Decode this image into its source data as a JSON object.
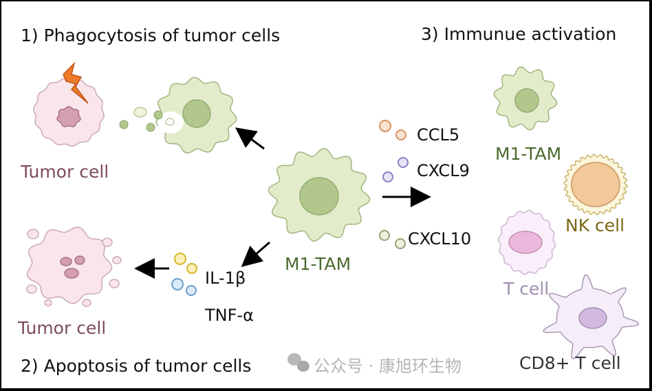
{
  "titles": {
    "phagocytosis": "1) Phagocytosis of tumor cells",
    "apoptosis": "2) Apoptosis of tumor cells",
    "activation": "3) Immunue activation"
  },
  "labels": {
    "tumor_cell_top": "Tumor cell",
    "tumor_cell_bottom": "Tumor cell",
    "m1_tam_center": "M1-TAM",
    "m1_tam_right": "M1-TAM",
    "nk_cell": "NK cell",
    "t_cell": "T cell",
    "cd8_t_cell": "CD8+ T cell"
  },
  "cytokines": {
    "ccl5": "CCL5",
    "cxcl9": "CXCL9",
    "cxcl10": "CXCL10",
    "il1b": "IL-1β",
    "tnfa": "TNF-α"
  },
  "watermark": "公众号 · 康旭环生物",
  "colors": {
    "macrophage_fill": "#e3ecca",
    "macrophage_stroke": "#9fb57e",
    "macrophage_nucleus": "#b2c78c",
    "tumor_fill": "#fae6ea",
    "tumor_stroke": "#c9aab2",
    "tumor_nucleus": "#d4a0b1",
    "green_text": "#4b6a2e",
    "tumor_text": "#7c4b5e",
    "nk_text": "#7a6814",
    "tcell_text": "#9d8fae"
  }
}
